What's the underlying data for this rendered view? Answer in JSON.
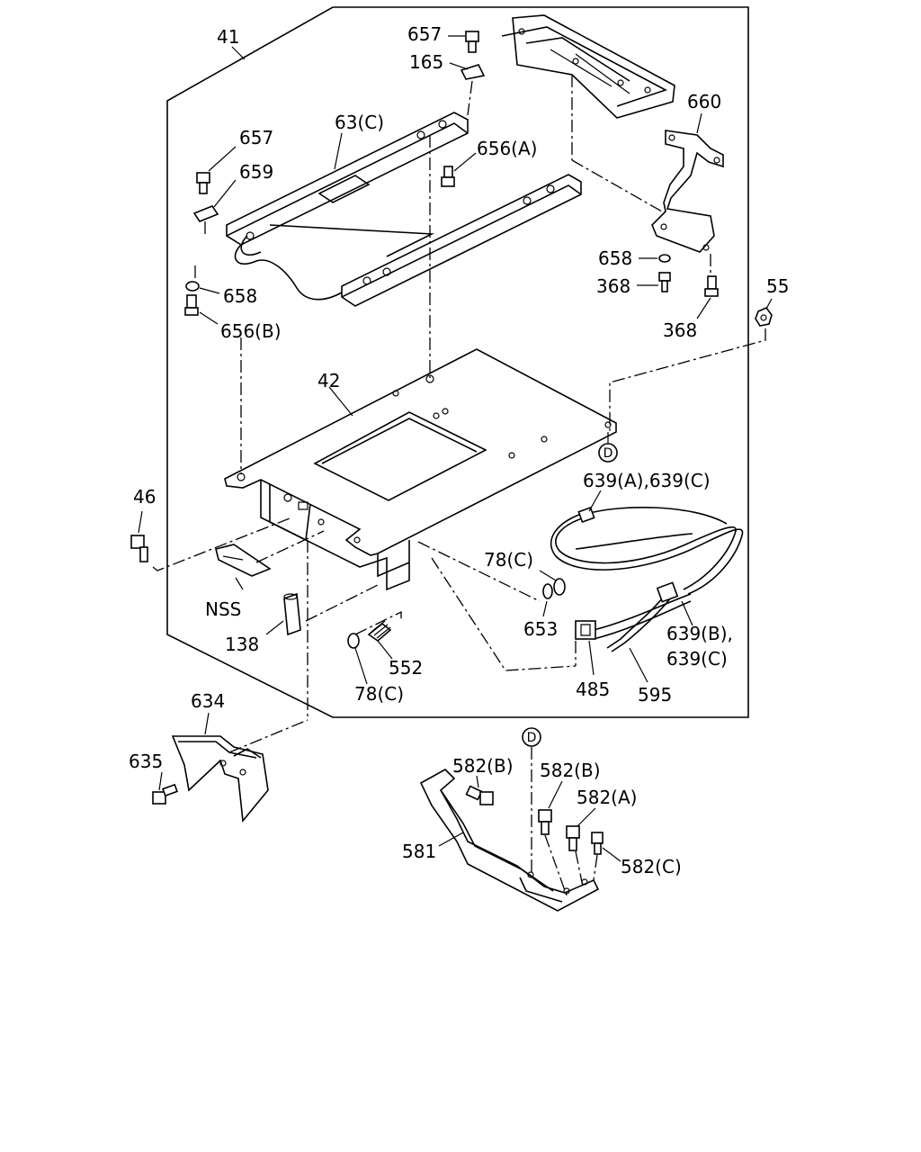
{
  "labels": {
    "l41": "41",
    "l657a": "657",
    "l165": "165",
    "l63c": "63(C)",
    "l656a": "656(A)",
    "l657b": "657",
    "l659": "659",
    "l660": "660",
    "l658a": "658",
    "l658b": "658",
    "l368a": "368",
    "l368b": "368",
    "l55": "55",
    "l656b": "656(B)",
    "l42": "42",
    "l46": "46",
    "l639ac": "639(A),639(C)",
    "lNSS": "NSS",
    "l78c_a": "78(C)",
    "l653": "653",
    "l639b": "639(B),",
    "l639c": "639(C)",
    "l138": "138",
    "l552": "552",
    "l485": "485",
    "l595": "595",
    "l78c_b": "78(C)",
    "l634": "634",
    "l635": "635",
    "l582b_a": "582(B)",
    "l582b_b": "582(B)",
    "l582a": "582(A)",
    "l581": "581",
    "l582c": "582(C)"
  },
  "connectors": {
    "d_top": "D",
    "d_bottom": "D"
  }
}
